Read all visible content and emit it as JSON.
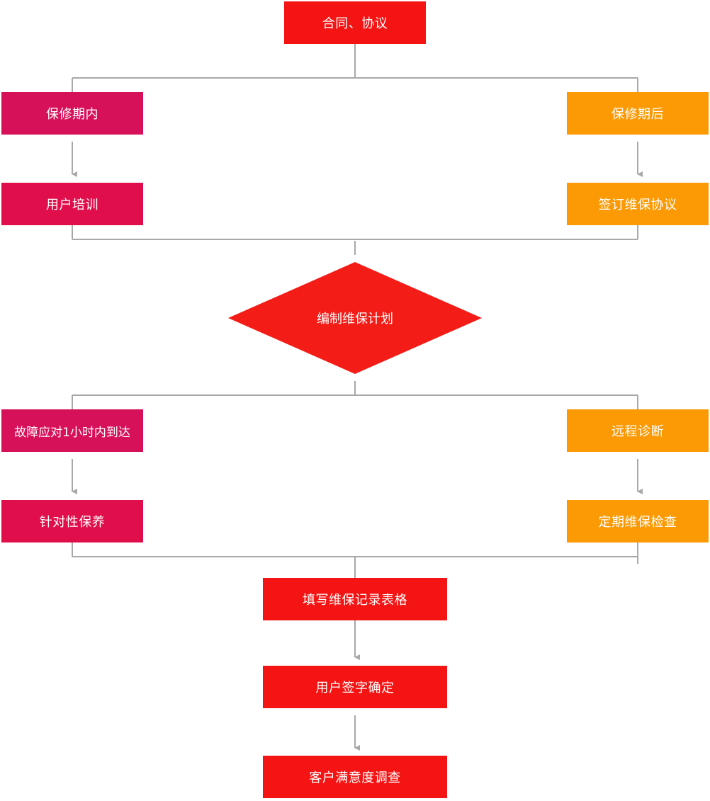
{
  "colors": {
    "red": "#f41414",
    "crimson": "#dc0f4e",
    "orange": "#fb9a05",
    "diamond": "#f31c17",
    "line": "#a8a8a8"
  },
  "nodes": {
    "contract": "合同、协议",
    "in_warranty": "保修期内",
    "user_training": "用户培训",
    "after_warranty": "保修期后",
    "sign_agreement": "签订维保协议",
    "plan": "编制维保计划",
    "fault_response": "故障应对1小时内到达",
    "targeted_maintenance": "针对性保养",
    "remote_diagnosis": "远程诊断",
    "periodic_check": "定期维保检查",
    "fill_record": "填写维保记录表格",
    "user_sign": "用户签字确定",
    "satisfaction_survey": "客户满意度调查"
  }
}
